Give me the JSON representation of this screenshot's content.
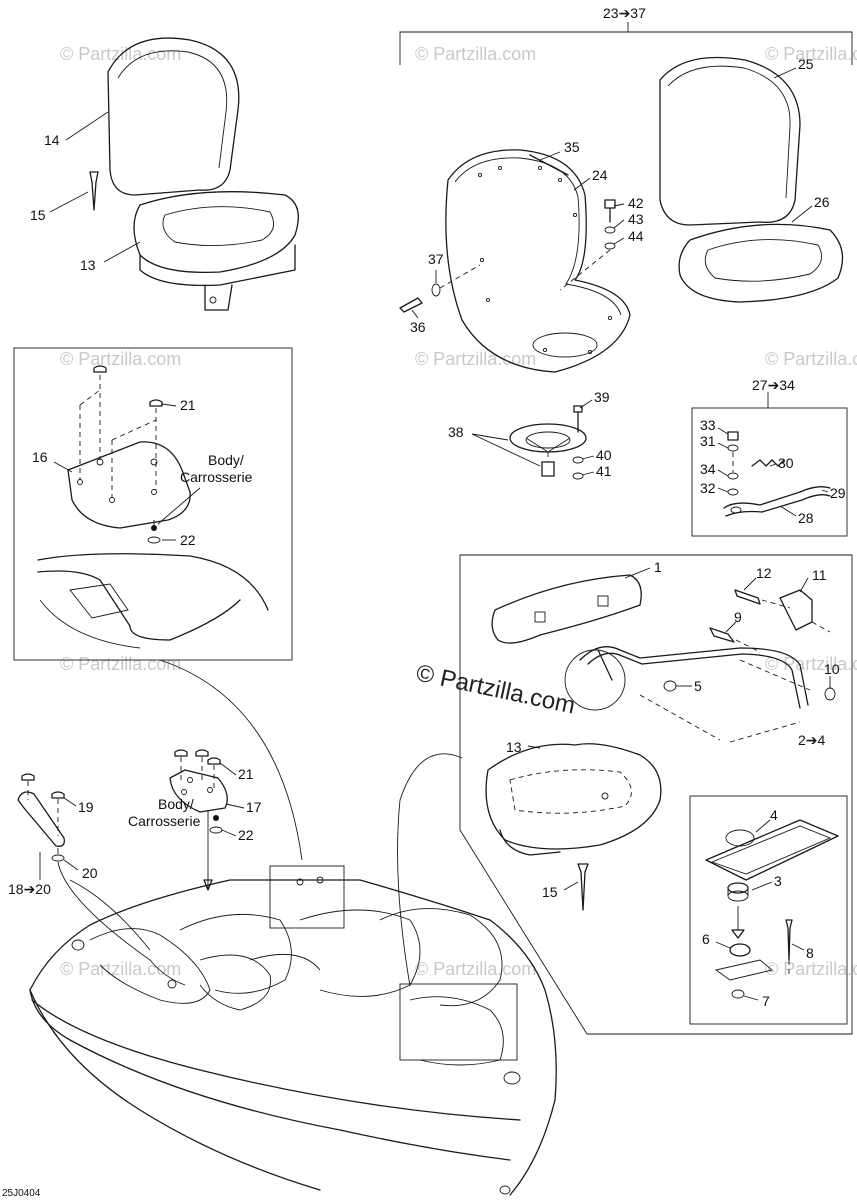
{
  "diagram": {
    "watermark": "© Partzilla.com",
    "figure_code": "25J0404",
    "body_label_line1": "Body/",
    "body_label_line2": "Carrosserie",
    "callouts": {
      "c1": "1",
      "c2_4": "2➔4",
      "c3": "3",
      "c4": "4",
      "c5": "5",
      "c6": "6",
      "c7": "7",
      "c8": "8",
      "c9": "9",
      "c10": "10",
      "c11": "11",
      "c12": "12",
      "c13a": "13",
      "c13b": "13",
      "c14": "14",
      "c15a": "15",
      "c15b": "15",
      "c16": "16",
      "c17": "17",
      "c18_20": "18➔20",
      "c19": "19",
      "c20": "20",
      "c21a": "21",
      "c21b": "21",
      "c22a": "22",
      "c22b": "22",
      "c23_37": "23➔37",
      "c24": "24",
      "c25": "25",
      "c26": "26",
      "c27_34": "27➔34",
      "c28": "28",
      "c29": "29",
      "c30": "30",
      "c31": "31",
      "c32": "32",
      "c33": "33",
      "c34": "34",
      "c35": "35",
      "c36": "36",
      "c37": "37",
      "c38": "38",
      "c39": "39",
      "c40": "40",
      "c41": "41",
      "c42": "42",
      "c43": "43",
      "c44": "44"
    }
  }
}
